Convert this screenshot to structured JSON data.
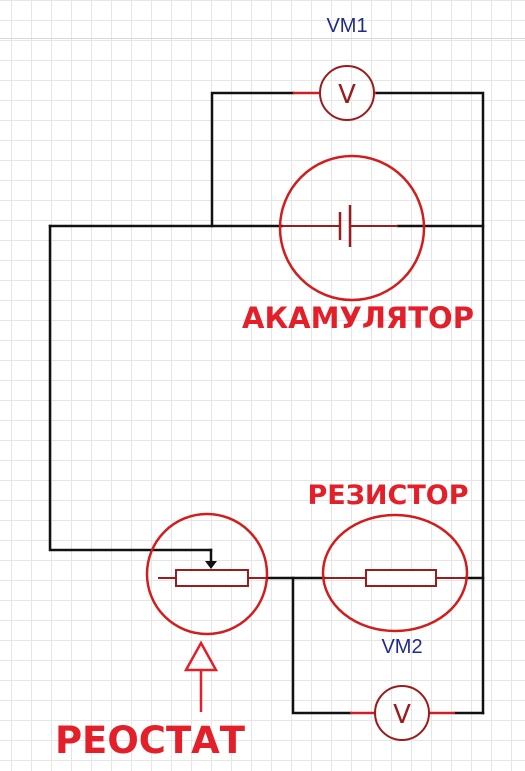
{
  "labels": {
    "vm1": "VM1",
    "vm2": "VM2",
    "battery": "АКАМУЛЯТОР",
    "resistor": "РЕЗИСТОР",
    "rheostat": "РЕОСТАТ"
  },
  "symbols": {
    "voltmeter_glyph": "V"
  },
  "colors": {
    "wire": "#111111",
    "component": "#9b1c1c",
    "highlight": "#e3202a",
    "device_label": "#1f2b8a"
  }
}
